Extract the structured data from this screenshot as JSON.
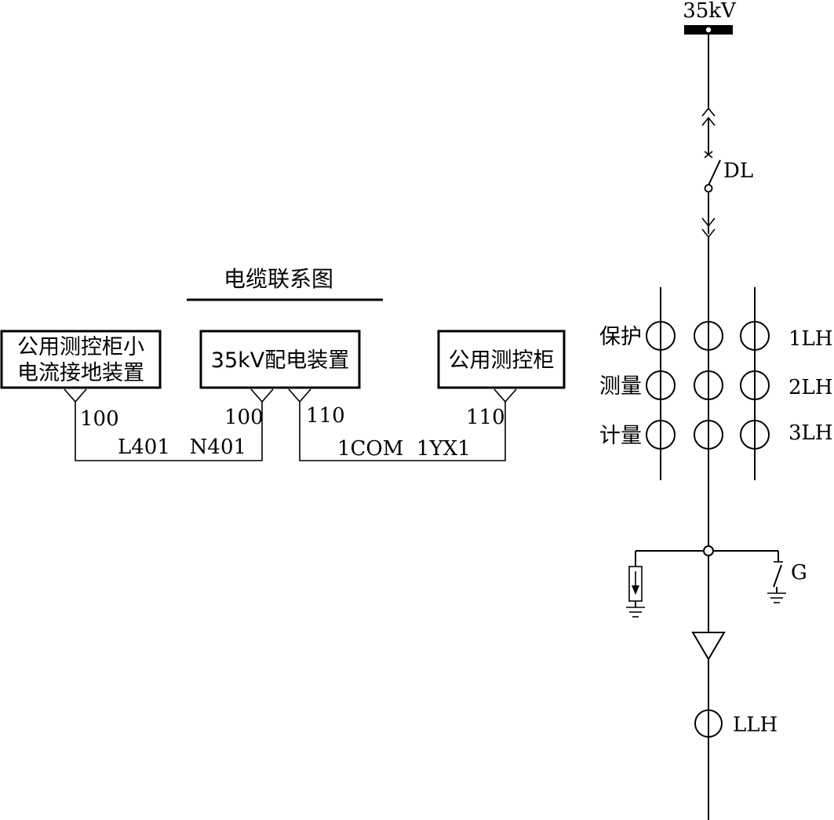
{
  "single_line": {
    "bus_label": "35kV",
    "breaker_label": "DL",
    "ct_rows": [
      {
        "purpose": "保护",
        "name": "1LH"
      },
      {
        "purpose": "测量",
        "name": "2LH"
      },
      {
        "purpose": "计量",
        "name": "3LH"
      }
    ],
    "earthing_switch_label": "G",
    "zero_seq_ct_label": "LLH"
  },
  "cable_diagram": {
    "title": "电缆联系图",
    "box_left_line1": "公用测控柜小",
    "box_left_line2": "电流接地装置",
    "box_center": "35kV配电装置",
    "box_right": "公用测控柜",
    "terminals": {
      "left": "100",
      "center_left": "100",
      "center_right": "110",
      "right": "110"
    },
    "cable_left": "L401   N401",
    "cable_right": "1COM  1YX1"
  }
}
